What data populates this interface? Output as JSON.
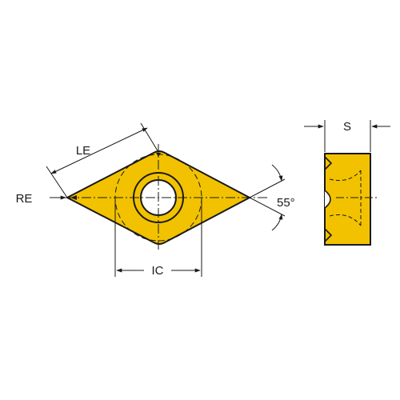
{
  "labels": {
    "le": "LE",
    "re": "RE",
    "ic": "IC",
    "angle": "55°",
    "s": "S"
  },
  "colors": {
    "insert_fill": "#F2C200",
    "outline": "#1a1a1a",
    "background": "#ffffff"
  }
}
